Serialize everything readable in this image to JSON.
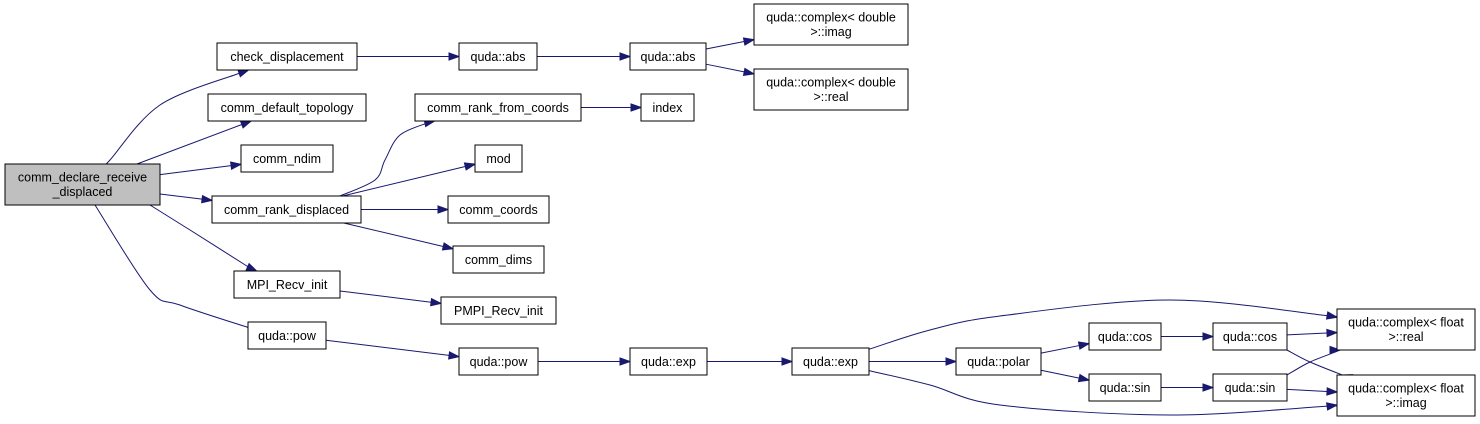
{
  "graph": {
    "edge_color": "#191970",
    "root_fill": "#bfbfbf",
    "nodes": [
      {
        "id": "root",
        "lines": [
          "comm_declare_receive",
          "_displaced"
        ]
      },
      {
        "id": "check_displacement",
        "lines": [
          "check_displacement"
        ]
      },
      {
        "id": "comm_default_topology",
        "lines": [
          "comm_default_topology"
        ]
      },
      {
        "id": "comm_ndim",
        "lines": [
          "comm_ndim"
        ]
      },
      {
        "id": "comm_rank_displaced",
        "lines": [
          "comm_rank_displaced"
        ]
      },
      {
        "id": "MPI_Recv_init",
        "lines": [
          "MPI_Recv_init"
        ]
      },
      {
        "id": "quda_pow_1",
        "lines": [
          "quda::pow"
        ]
      },
      {
        "id": "quda_abs_1",
        "lines": [
          "quda::abs"
        ]
      },
      {
        "id": "quda_abs_2",
        "lines": [
          "quda::abs"
        ]
      },
      {
        "id": "complex_double_imag",
        "lines": [
          "quda::complex< double",
          ">::imag"
        ]
      },
      {
        "id": "complex_double_real",
        "lines": [
          "quda::complex< double",
          ">::real"
        ]
      },
      {
        "id": "comm_rank_from_coords",
        "lines": [
          "comm_rank_from_coords"
        ]
      },
      {
        "id": "index",
        "lines": [
          "index"
        ]
      },
      {
        "id": "mod",
        "lines": [
          "mod"
        ]
      },
      {
        "id": "comm_coords",
        "lines": [
          "comm_coords"
        ]
      },
      {
        "id": "comm_dims",
        "lines": [
          "comm_dims"
        ]
      },
      {
        "id": "PMPI_Recv_init",
        "lines": [
          "PMPI_Recv_init"
        ]
      },
      {
        "id": "quda_pow_2",
        "lines": [
          "quda::pow"
        ]
      },
      {
        "id": "quda_exp_1",
        "lines": [
          "quda::exp"
        ]
      },
      {
        "id": "quda_exp_2",
        "lines": [
          "quda::exp"
        ]
      },
      {
        "id": "quda_polar",
        "lines": [
          "quda::polar"
        ]
      },
      {
        "id": "quda_cos_1",
        "lines": [
          "quda::cos"
        ]
      },
      {
        "id": "quda_cos_2",
        "lines": [
          "quda::cos"
        ]
      },
      {
        "id": "quda_sin_1",
        "lines": [
          "quda::sin"
        ]
      },
      {
        "id": "quda_sin_2",
        "lines": [
          "quda::sin"
        ]
      },
      {
        "id": "complex_float_real",
        "lines": [
          "quda::complex< float",
          ">::real"
        ]
      },
      {
        "id": "complex_float_imag",
        "lines": [
          "quda::complex< float",
          ">::imag"
        ]
      }
    ],
    "edges": [
      {
        "from": "root",
        "to": "check_displacement"
      },
      {
        "from": "root",
        "to": "comm_default_topology"
      },
      {
        "from": "root",
        "to": "comm_ndim"
      },
      {
        "from": "root",
        "to": "comm_rank_displaced"
      },
      {
        "from": "root",
        "to": "MPI_Recv_init"
      },
      {
        "from": "root",
        "to": "quda_pow_1"
      },
      {
        "from": "check_displacement",
        "to": "quda_abs_1"
      },
      {
        "from": "quda_abs_1",
        "to": "quda_abs_2"
      },
      {
        "from": "quda_abs_2",
        "to": "complex_double_imag"
      },
      {
        "from": "quda_abs_2",
        "to": "complex_double_real"
      },
      {
        "from": "comm_rank_displaced",
        "to": "comm_rank_from_coords"
      },
      {
        "from": "comm_rank_displaced",
        "to": "mod"
      },
      {
        "from": "comm_rank_displaced",
        "to": "comm_coords"
      },
      {
        "from": "comm_rank_displaced",
        "to": "comm_dims"
      },
      {
        "from": "comm_rank_from_coords",
        "to": "index"
      },
      {
        "from": "MPI_Recv_init",
        "to": "PMPI_Recv_init"
      },
      {
        "from": "quda_pow_1",
        "to": "quda_pow_2"
      },
      {
        "from": "quda_pow_2",
        "to": "quda_exp_1"
      },
      {
        "from": "quda_exp_1",
        "to": "quda_exp_2"
      },
      {
        "from": "quda_exp_2",
        "to": "quda_polar"
      },
      {
        "from": "quda_exp_2",
        "to": "complex_float_real"
      },
      {
        "from": "quda_exp_2",
        "to": "complex_float_imag"
      },
      {
        "from": "quda_polar",
        "to": "quda_cos_1"
      },
      {
        "from": "quda_polar",
        "to": "quda_sin_1"
      },
      {
        "from": "quda_cos_1",
        "to": "quda_cos_2"
      },
      {
        "from": "quda_sin_1",
        "to": "quda_sin_2"
      },
      {
        "from": "quda_cos_2",
        "to": "complex_float_real"
      },
      {
        "from": "quda_cos_2",
        "to": "complex_float_imag"
      },
      {
        "from": "quda_sin_2",
        "to": "complex_float_real"
      },
      {
        "from": "quda_sin_2",
        "to": "complex_float_imag"
      }
    ]
  }
}
